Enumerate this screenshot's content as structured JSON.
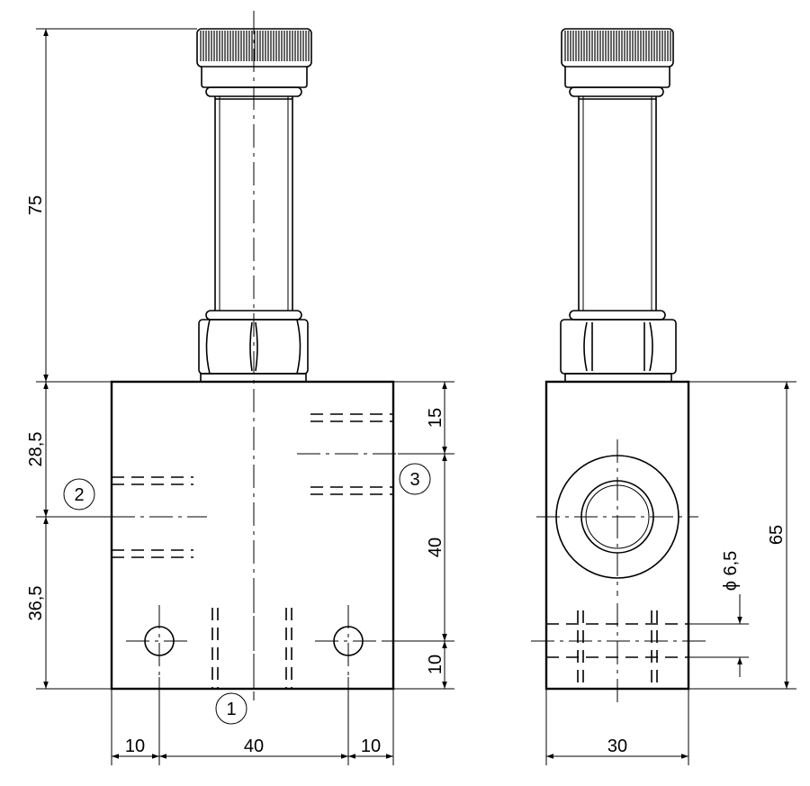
{
  "front_view": {
    "dimensions": {
      "overall_height": "75",
      "left_upper": "28,5",
      "left_lower": "36,5",
      "right_top": "15",
      "right_middle": "40",
      "right_bottom": "10",
      "bottom_left": "10",
      "bottom_middle": "40",
      "bottom_right": "10"
    },
    "ports": [
      "1",
      "2",
      "3"
    ]
  },
  "side_view": {
    "dimensions": {
      "diameter": "ϕ 6,5",
      "height": "65",
      "width": "30"
    }
  }
}
